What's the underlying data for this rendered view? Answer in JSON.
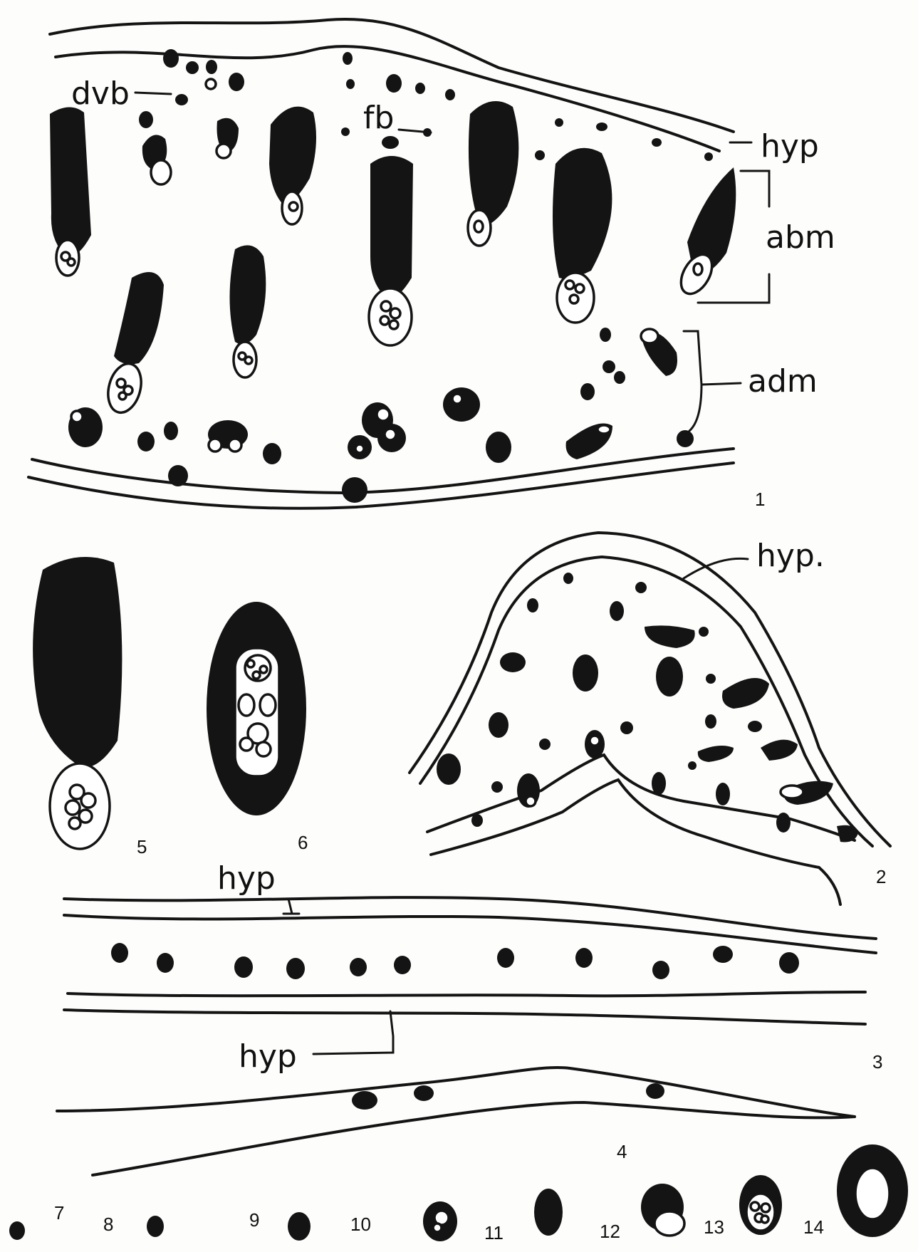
{
  "labels": {
    "dvb": "dvb",
    "fb": "fb",
    "hyp_1": "hyp",
    "abm": "abm",
    "adm": "adm",
    "hyp_2": "hyp.",
    "hyp_3a": "hyp",
    "hyp_3b": "hyp"
  },
  "figure_numbers": [
    "1",
    "2",
    "3",
    "4",
    "5",
    "6",
    "7",
    "8",
    "9",
    "10",
    "11",
    "12",
    "13",
    "14"
  ]
}
